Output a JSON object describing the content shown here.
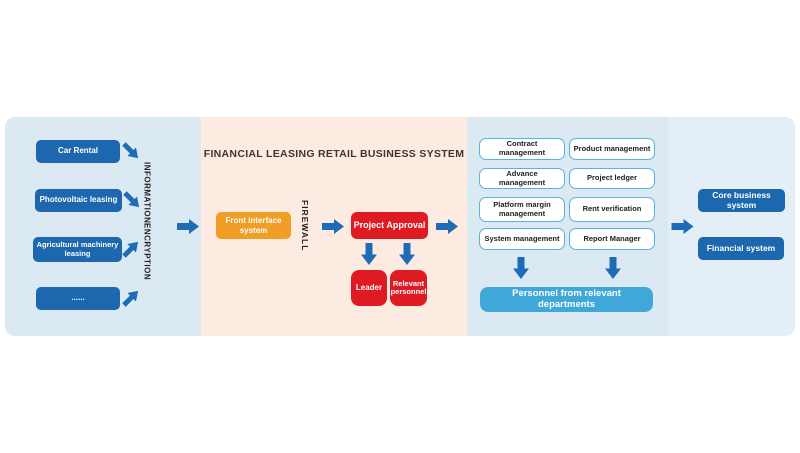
{
  "diagram": {
    "title": "FINANCIAL LEASING RETAIL BUSINESS SYSTEM",
    "colors": {
      "panel_blue": "#dbe9f2",
      "panel_peach": "#fdebe2",
      "panel_light_blue": "#e3eef6",
      "button_blue": "#1c67ae",
      "arrow_blue": "#1f6cb6",
      "orange": "#f09e25",
      "red": "#de1b23",
      "cyan": "#3fa8d8",
      "module_border": "#5ab2de"
    },
    "left_panel": {
      "items": [
        {
          "label": "Car Rental"
        },
        {
          "label": "Photovoltaic leasing"
        },
        {
          "label": "Agricultural machinery leasing"
        },
        {
          "label": "......"
        }
      ],
      "encryption": {
        "line1": "INFORMATION",
        "line2": "ENCRYPTION"
      }
    },
    "system_panel": {
      "front_interface": {
        "line1": "Front interface",
        "line2": "system"
      },
      "firewall": "FIREWALL",
      "project_approval": "Project Approval",
      "leader": "Leader",
      "relevant_personnel": {
        "line1": "Relevant",
        "line2": "personnel"
      }
    },
    "modules_panel": {
      "modules": [
        [
          "Contract management",
          "Product management"
        ],
        [
          "Advance management",
          "Project ledger"
        ],
        [
          "Platform margin management",
          "Rent verification"
        ],
        [
          "System management",
          "Report Manager"
        ]
      ],
      "personnel_bar": {
        "line1": "Personnel from relevant",
        "line2": "departments"
      }
    },
    "output_panel": {
      "items": [
        {
          "label": "Core business system"
        },
        {
          "label": "Financial system"
        }
      ]
    }
  }
}
